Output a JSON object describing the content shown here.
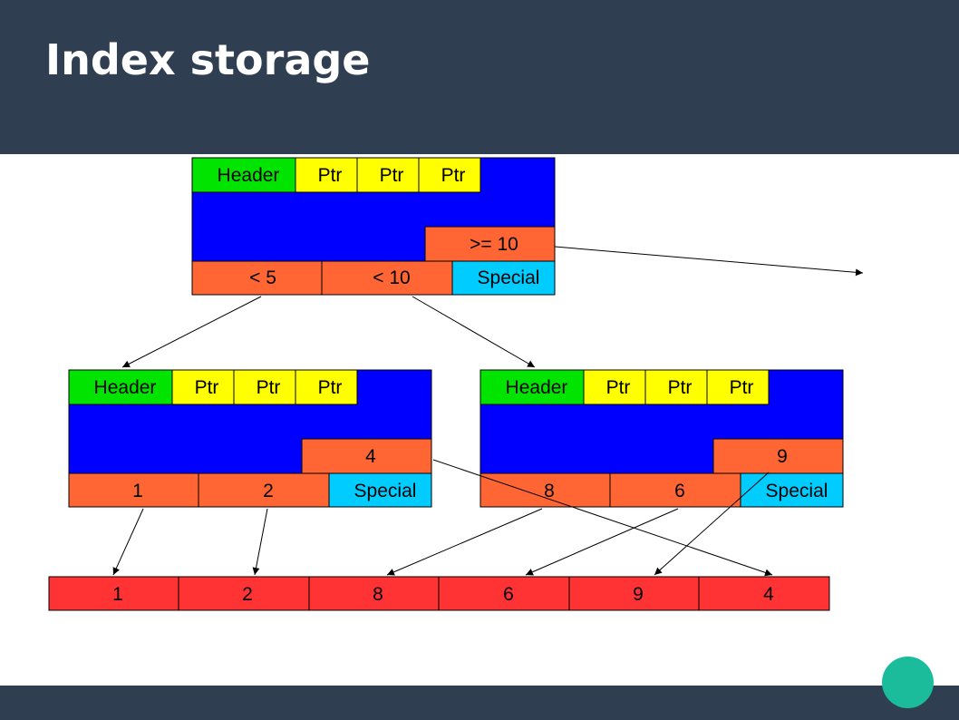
{
  "slide": {
    "title": "Index storage"
  },
  "colors": {
    "header_bar": "#2f3e50",
    "page_bg": "#0000ff",
    "header_cell": "#00e400",
    "ptr_cell": "#ffff00",
    "key_cell": "#ff6633",
    "special_cell": "#00ccff",
    "data_cell": "#ff3333",
    "accent_dot": "#1abc9c"
  },
  "root_page": {
    "header": "Header",
    "ptrs": [
      "Ptr",
      "Ptr",
      "Ptr"
    ],
    "free_key": ">= 10",
    "keys": [
      "< 5",
      "< 10"
    ],
    "special": "Special"
  },
  "left_page": {
    "header": "Header",
    "ptrs": [
      "Ptr",
      "Ptr",
      "Ptr"
    ],
    "free_key": "4",
    "keys": [
      "1",
      "2"
    ],
    "special": "Special"
  },
  "right_page": {
    "header": "Header",
    "ptrs": [
      "Ptr",
      "Ptr",
      "Ptr"
    ],
    "free_key": "9",
    "keys": [
      "8",
      "6"
    ],
    "special": "Special"
  },
  "data_row": [
    "1",
    "2",
    "8",
    "6",
    "9",
    "4"
  ]
}
